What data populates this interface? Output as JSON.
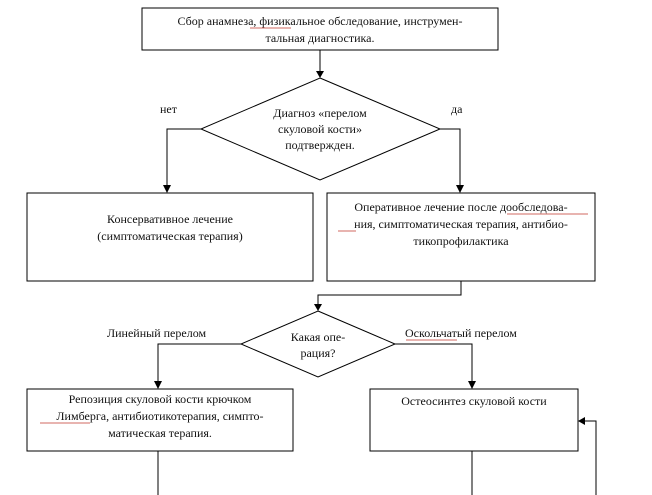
{
  "flowchart": {
    "start": {
      "line1": "Сбор анамнеза, физикальное обследование, инструмен-",
      "line2": "тальная диагностика."
    },
    "decision1": {
      "line1": "Диагноз «перелом",
      "line2": "скуловой кости»",
      "line3": "подтвержден.",
      "no_label": "нет",
      "yes_label": "да"
    },
    "conservative": {
      "line1": "Консервативное лечение",
      "line2": "(симптоматическая терапия)"
    },
    "operative": {
      "line1": "Оперативное лечение после дообследова-",
      "line2": "ния, симптоматическая терапия, антибио-",
      "line3": "тикопрофилактика"
    },
    "decision2": {
      "line1": "Какая опе-",
      "line2": "рация?",
      "left_label": "Линейный перелом",
      "right_label": "Оскольчатый перелом"
    },
    "reposition": {
      "line1": "Репозиция скуловой кости крючком",
      "line2": "Лимберга, антибиотикотерапия, симпто-",
      "line3": "матическая терапия."
    },
    "osteosynthesis": {
      "line1": "Остеосинтез скуловой кости"
    }
  }
}
